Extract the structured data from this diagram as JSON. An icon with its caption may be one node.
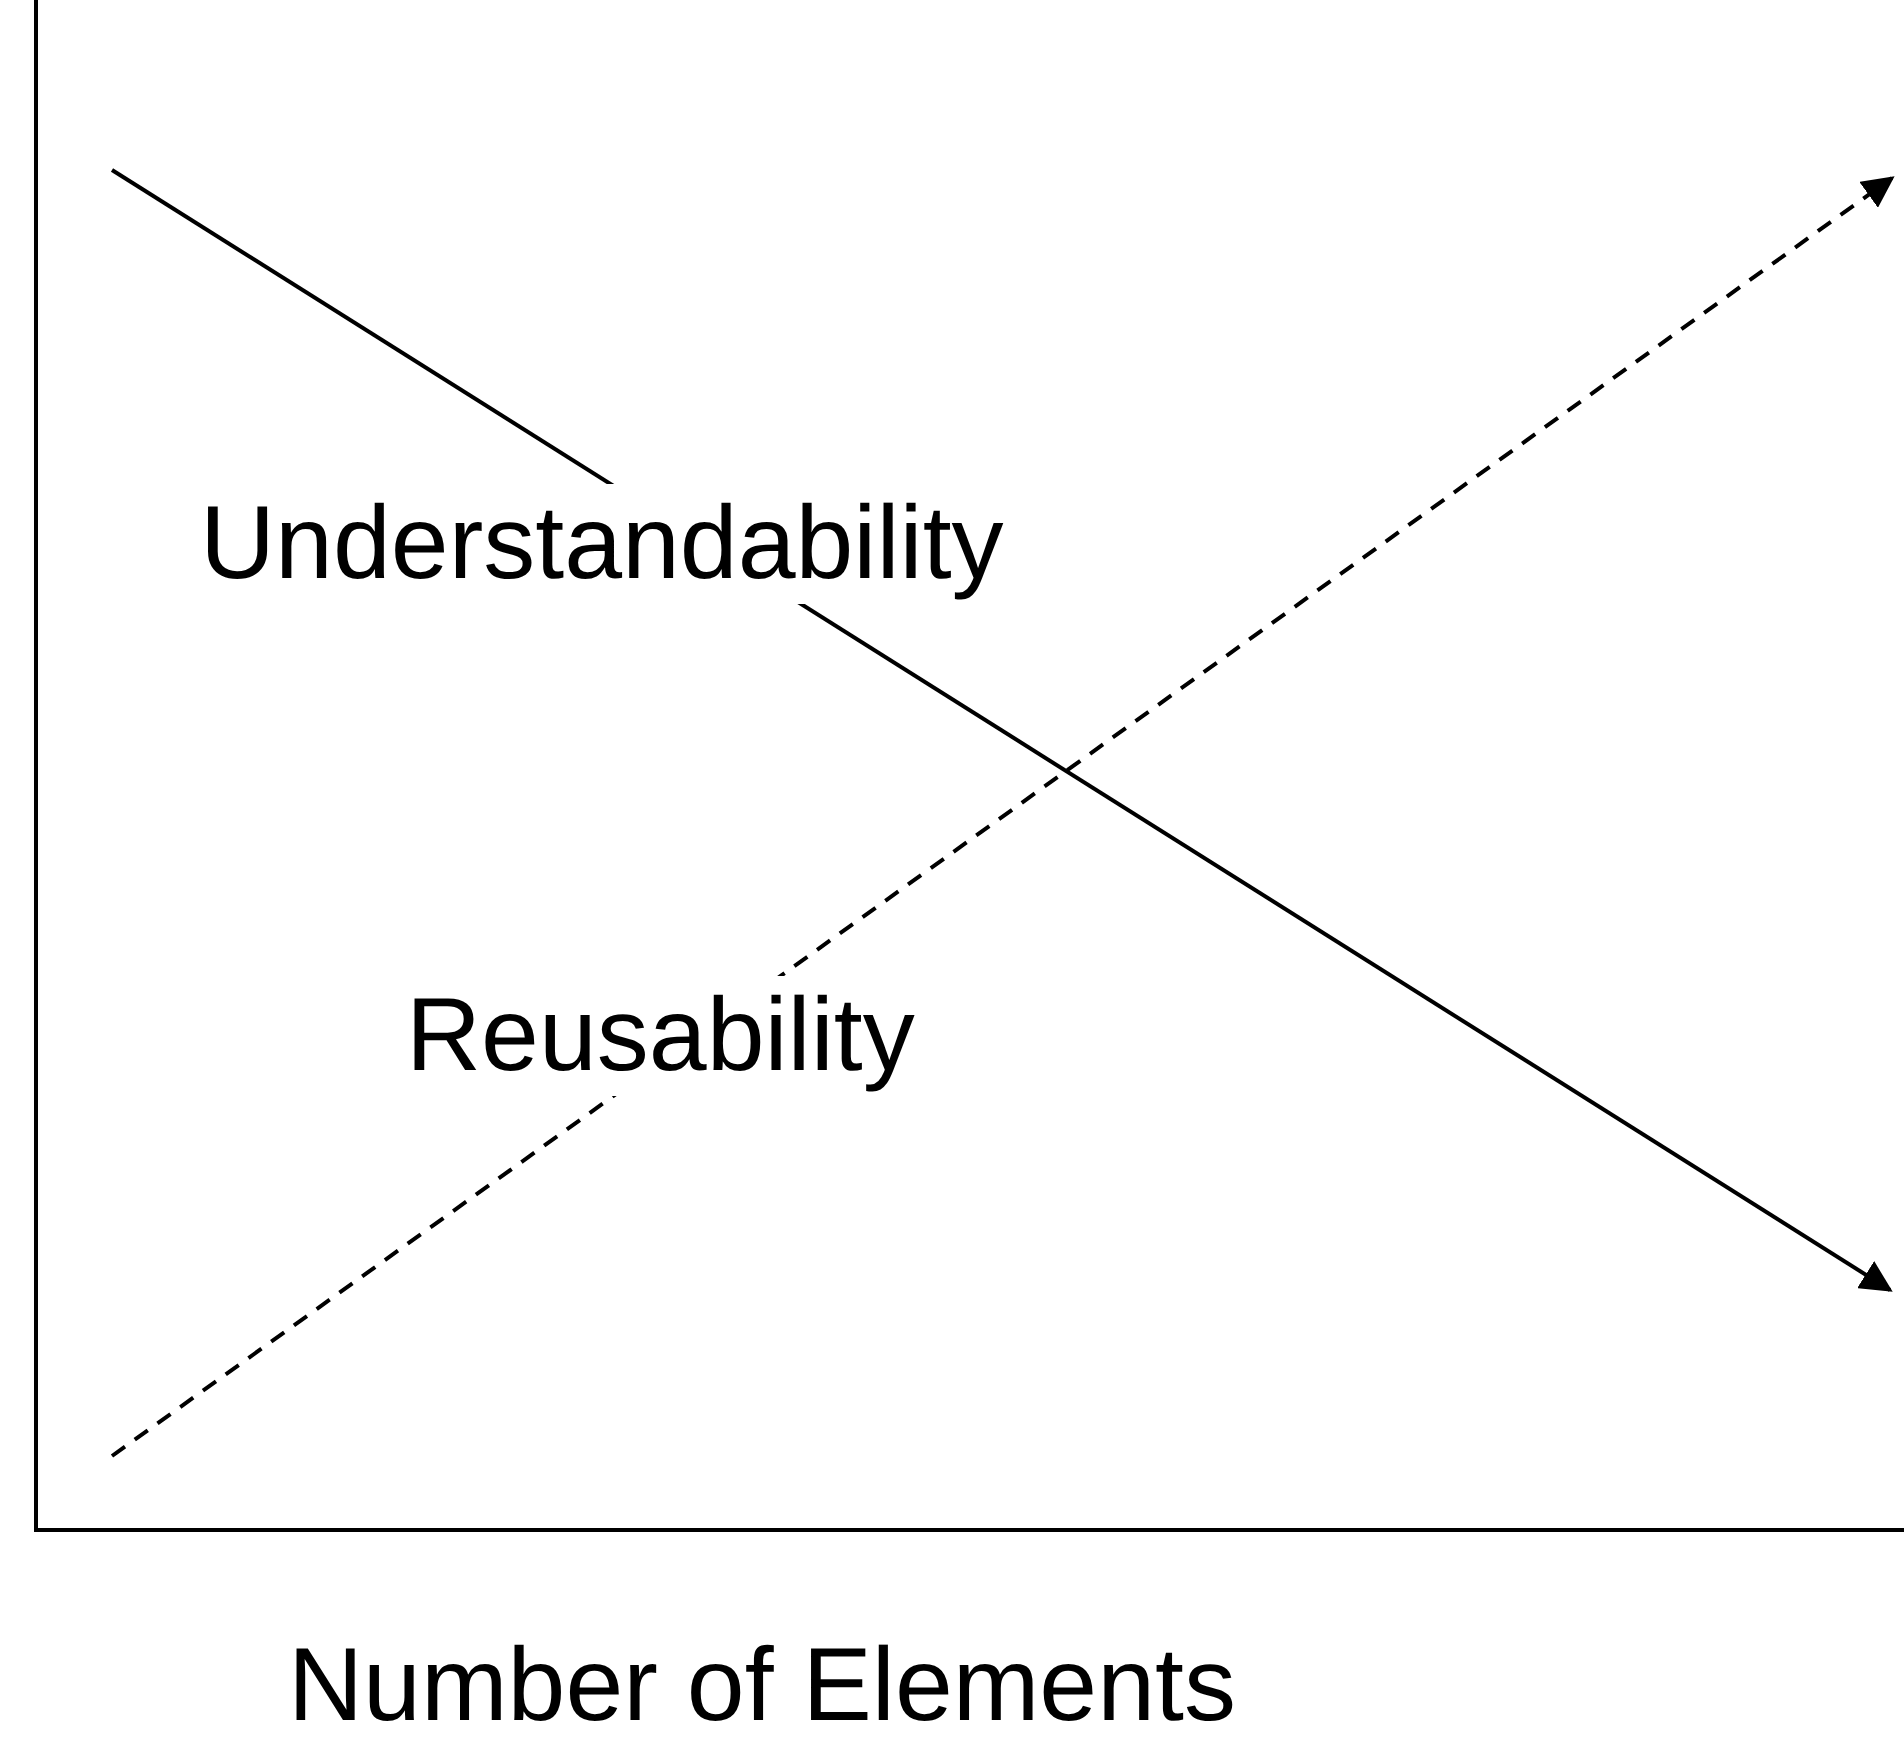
{
  "diagram": {
    "labels": [
      "Understandability",
      "Reusability",
      "Number of Elements"
    ]
  }
}
